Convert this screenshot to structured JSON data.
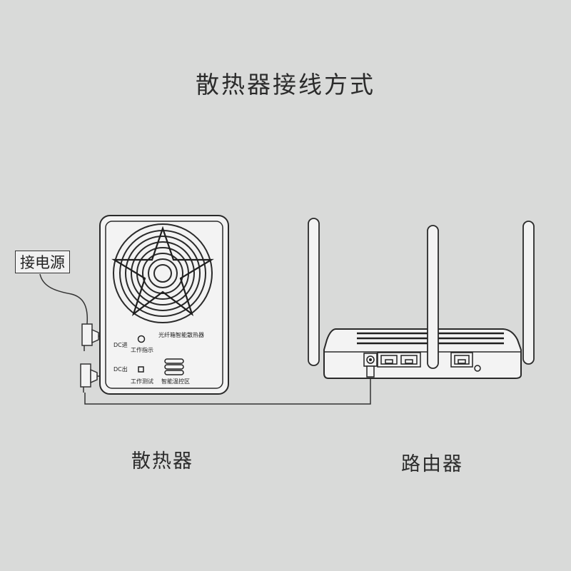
{
  "title": "散热器接线方式",
  "power_label": "接电源",
  "fan": {
    "caption": "散热器",
    "product_name": "光纤箱智能散热器",
    "dc_in": "DC进",
    "dc_out": "DC出",
    "work_indicator": "工作指示",
    "work_test": "工作测试",
    "smart_temp_zone": "智能温控区"
  },
  "router": {
    "caption": "路由器"
  },
  "colors": {
    "background": "#d9dad9",
    "outline": "#2a2a2a",
    "device_fill": "#f3f3f3"
  }
}
